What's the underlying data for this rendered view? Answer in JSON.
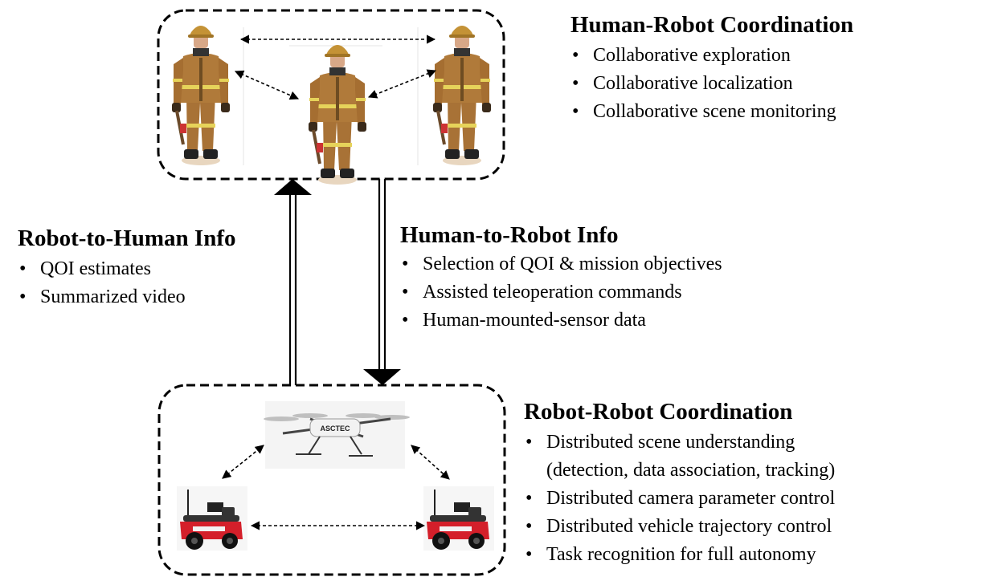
{
  "human_robot_coordination": {
    "title": "Human-Robot Coordination",
    "items": [
      "Collaborative  exploration",
      "Collaborative  localization",
      "Collaborative  scene monitoring"
    ]
  },
  "robot_to_human": {
    "title": "Robot-to-Human Info",
    "items": [
      "QOI estimates",
      "Summarized video"
    ]
  },
  "human_to_robot": {
    "title": "Human-to-Robot Info",
    "items": [
      "Selection of QOI & mission objectives",
      "Assisted teleoperation commands",
      "Human-mounted-sensor data"
    ]
  },
  "robot_robot_coordination": {
    "title": "Robot-Robot Coordination",
    "items": [
      "Distributed scene understanding",
      "(detection, data association,  tracking)",
      "Distributed camera parameter control",
      "Distributed vehicle trajectory control",
      "Task recognition  for full autonomy"
    ]
  },
  "colors": {
    "suit": "#b07a3a",
    "reflective_stripe": "#e6d35a",
    "robot_body": "#d41f2a",
    "drone_body": "#f2f2f2"
  },
  "images": {
    "humans": [
      "firefighter-left",
      "firefighter-center",
      "firefighter-right"
    ],
    "robots": [
      "ground-robot-left",
      "ground-robot-right"
    ],
    "drone": "quadrotor-drone",
    "drone_label": "ASCTEC"
  }
}
